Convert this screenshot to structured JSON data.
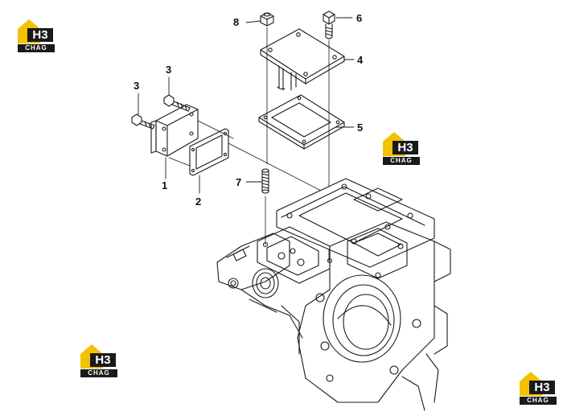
{
  "callouts": {
    "c1": "1",
    "c2": "2",
    "c3a": "3",
    "c3b": "3",
    "c4": "4",
    "c5": "5",
    "c6": "6",
    "c7": "7",
    "c8": "8"
  },
  "logo": {
    "mark": "H3",
    "sub": "CHAG",
    "color_yellow": "#f2c200",
    "color_dark": "#1a1a1a"
  }
}
